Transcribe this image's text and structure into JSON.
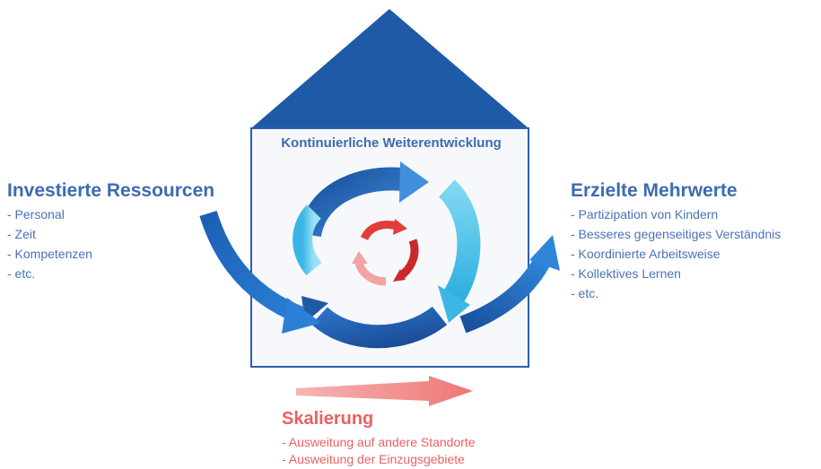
{
  "colors": {
    "roof": "#1f5aa6",
    "house_border": "#2f5fa8",
    "house_fill": "#f7f8fb",
    "blue_text": "#3d6bb0",
    "red_text": "#e8625f",
    "red_arrow": "#f08888"
  },
  "house": {
    "title": "Kontinuierliche Weiterentwicklung"
  },
  "inputs": {
    "heading": "Investierte Ressourcen",
    "items": [
      "- Personal",
      "- Zeit",
      "- Kompetenzen",
      "- etc."
    ]
  },
  "outputs": {
    "heading": "Erzielte Mehrwerte",
    "items": [
      "- Partizipation von Kindern",
      "- Besseres gegenseitiges Verständnis",
      "- Koordinierte Arbeitsweise",
      "- Kollektives Lernen",
      "- etc."
    ]
  },
  "scaling": {
    "heading": "Skalierung",
    "items": [
      "- Ausweitung auf andere Standorte",
      "- Ausweitung der Einzugsgebiete"
    ]
  }
}
